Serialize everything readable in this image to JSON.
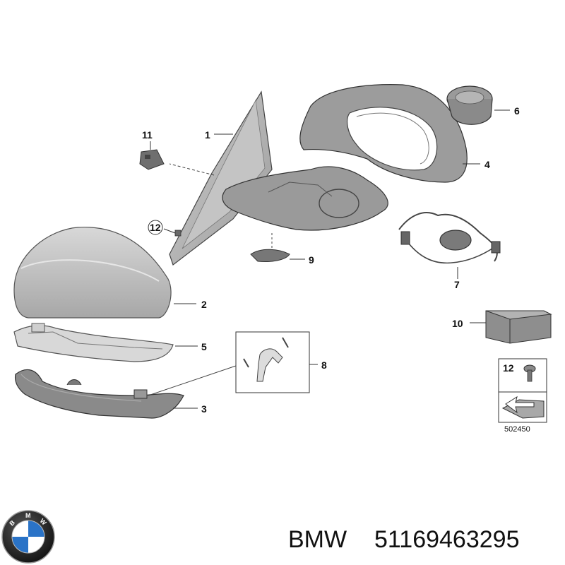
{
  "callouts": [
    {
      "id": "1",
      "label": "1"
    },
    {
      "id": "2",
      "label": "2"
    },
    {
      "id": "3",
      "label": "3"
    },
    {
      "id": "4",
      "label": "4"
    },
    {
      "id": "5",
      "label": "5"
    },
    {
      "id": "6",
      "label": "6"
    },
    {
      "id": "7",
      "label": "7"
    },
    {
      "id": "8",
      "label": "8"
    },
    {
      "id": "9",
      "label": "9"
    },
    {
      "id": "10",
      "label": "10"
    },
    {
      "id": "11",
      "label": "11"
    },
    {
      "id": "12",
      "label": "12"
    }
  ],
  "legend_box": {
    "part_label": "12",
    "reference_number": "502450"
  },
  "footer": {
    "brand": "BMW",
    "part_number": "51169463295"
  },
  "logo": {
    "letters": [
      "B",
      "M",
      "W"
    ],
    "blue": "#2a73c7",
    "ring": "#222222"
  },
  "colors": {
    "part_fill": "#b9b9b9",
    "part_dark": "#7d7d7d",
    "outline": "#333333"
  }
}
